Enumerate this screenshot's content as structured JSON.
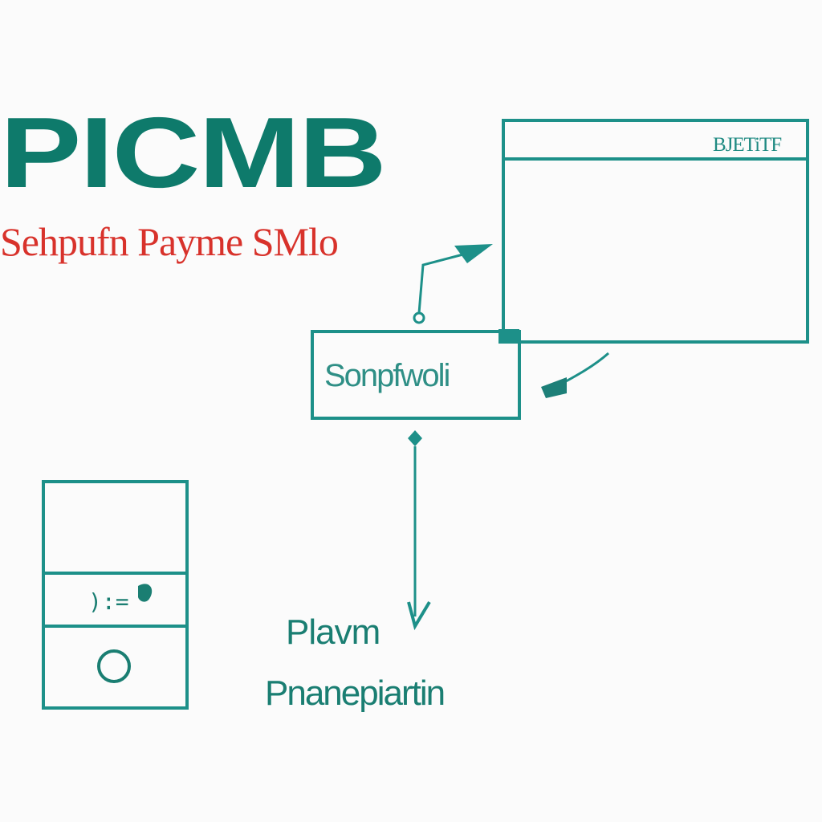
{
  "header": {
    "title": "PICMB",
    "subtitle": "Sehpufn Payme SMlo"
  },
  "window_box": {
    "title": "BJETiTF"
  },
  "process_box": {
    "label": "Sonpfwoli"
  },
  "stack_box": {
    "middle_text": "):="
  },
  "labels": {
    "first": "Plavm",
    "second": "Pnanepiartin"
  },
  "colors": {
    "teal": "#1d9089",
    "title_green": "#0e7a6b",
    "red": "#d8322b",
    "background": "#fbfbfb"
  }
}
